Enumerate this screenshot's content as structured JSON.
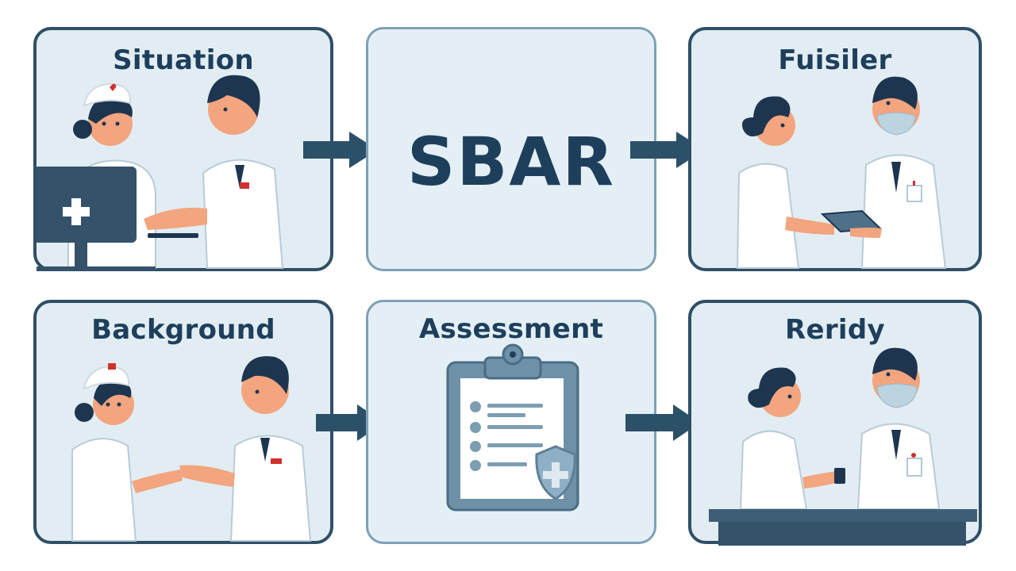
{
  "diagram": {
    "title": "SBAR",
    "panels": [
      {
        "id": "situation",
        "label": "Situation",
        "scene": "nurse-at-computer-handing-tablet-to-colleague"
      },
      {
        "id": "sbar",
        "label": "SBAR"
      },
      {
        "id": "fuisiler",
        "label": "Fuisiler",
        "scene": "nurse-handing-tablet-to-masked-doctor"
      },
      {
        "id": "background",
        "label": "Background",
        "scene": "two-nurses-shaking-hands"
      },
      {
        "id": "assessment",
        "label": "Assessment",
        "scene": "clipboard-checklist-with-shield"
      },
      {
        "id": "reridy",
        "label": "Reridy",
        "scene": "doctor-handing-medication-to-nurse-at-counter"
      }
    ],
    "arrows": [
      {
        "from": "situation",
        "to": "sbar"
      },
      {
        "from": "sbar",
        "to": "fuisiler"
      },
      {
        "from": "background",
        "to": "assessment"
      },
      {
        "from": "assessment",
        "to": "reridy"
      }
    ],
    "colors": {
      "navy": "#1e3f5c",
      "border_dark": "#2f4f66",
      "border_light": "#7fa0b5",
      "panel_bg": "#e2edf3",
      "arrow": "#2c5068",
      "skin": "#f2a57e",
      "accent_red": "#d0312d"
    }
  }
}
